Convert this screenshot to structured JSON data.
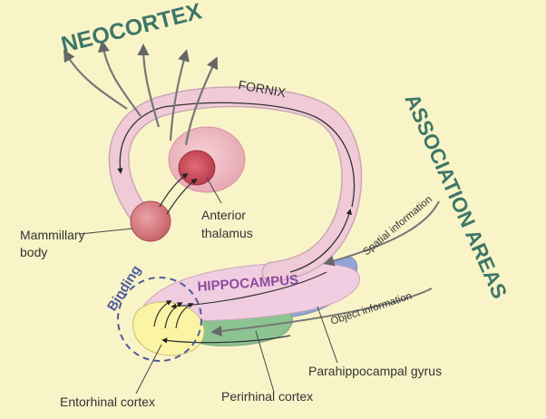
{
  "labels": {
    "neocortex": "NEOCORTEX",
    "fornix": "FORNIX",
    "association_areas": "ASSOCIATION AREAS",
    "mammillary_body_line1": "Mammillary",
    "mammillary_body_line2": "body",
    "anterior_thalamus_line1": "Anterior",
    "anterior_thalamus_line2": "thalamus",
    "hippocampus": "HIPPOCAMPUS",
    "binding": "Binding",
    "spatial_information": "Spatial information",
    "object_information": "Object information",
    "parahippocampal_gyrus": "Parahippocampal gyrus",
    "entorhinal_cortex": "Entorhinal cortex",
    "perirhinal_cortex": "Perirhinal cortex"
  },
  "colors": {
    "background": "#f9f4c8",
    "fornix": "#f0cbd7",
    "hippocampus": "#f1cde1",
    "mammillary": "#d77b80",
    "thalamus": "#edb7c1",
    "entorhinal": "#fbf4a4",
    "perirhinal": "#8dc391",
    "parahippocampal": "#93a4d7",
    "heading": "#3f7768",
    "hippocampus_text": "#8e4b9e",
    "binding": "#4d5b9c"
  }
}
